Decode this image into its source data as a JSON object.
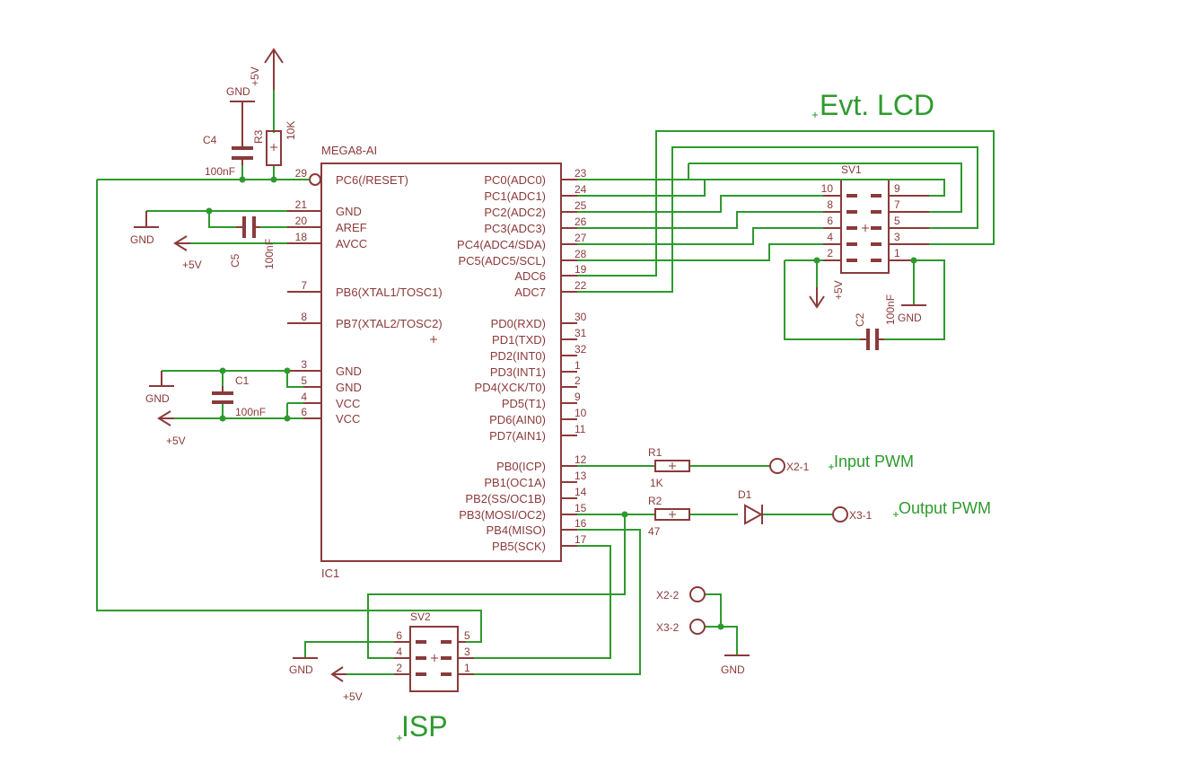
{
  "ic1": {
    "value": "MEGA8-AI",
    "name": "IC1",
    "left_pins": [
      {
        "num": "29",
        "name": "PC6(/RESET)"
      },
      {
        "num": "21",
        "name": "GND"
      },
      {
        "num": "20",
        "name": "AREF"
      },
      {
        "num": "18",
        "name": "AVCC"
      },
      {
        "num": "7",
        "name": "PB6(XTAL1/TOSC1)"
      },
      {
        "num": "8",
        "name": "PB7(XTAL2/TOSC2)"
      },
      {
        "num": "3",
        "name": "GND"
      },
      {
        "num": "5",
        "name": "GND"
      },
      {
        "num": "4",
        "name": "VCC"
      },
      {
        "num": "6",
        "name": "VCC"
      }
    ],
    "right_pins": [
      {
        "num": "23",
        "name": "PC0(ADC0)"
      },
      {
        "num": "24",
        "name": "PC1(ADC1)"
      },
      {
        "num": "25",
        "name": "PC2(ADC2)"
      },
      {
        "num": "26",
        "name": "PC3(ADC3)"
      },
      {
        "num": "27",
        "name": "PC4(ADC4/SDA)"
      },
      {
        "num": "28",
        "name": "PC5(ADC5/SCL)"
      },
      {
        "num": "19",
        "name": "ADC6"
      },
      {
        "num": "22",
        "name": "ADC7"
      },
      {
        "num": "30",
        "name": "PD0(RXD)"
      },
      {
        "num": "31",
        "name": "PD1(TXD)"
      },
      {
        "num": "32",
        "name": "PD2(INT0)"
      },
      {
        "num": "1",
        "name": "PD3(INT1)"
      },
      {
        "num": "2",
        "name": "PD4(XCK/T0)"
      },
      {
        "num": "9",
        "name": "PD5(T1)"
      },
      {
        "num": "10",
        "name": "PD6(AIN0)"
      },
      {
        "num": "11",
        "name": "PD7(AIN1)"
      },
      {
        "num": "12",
        "name": "PB0(ICP)"
      },
      {
        "num": "13",
        "name": "PB1(OC1A)"
      },
      {
        "num": "14",
        "name": "PB2(SS/OC1B)"
      },
      {
        "num": "15",
        "name": "PB3(MOSI/OC2)"
      },
      {
        "num": "16",
        "name": "PB4(MISO)"
      },
      {
        "num": "17",
        "name": "PB5(SCK)"
      }
    ]
  },
  "sv1": {
    "name": "SV1",
    "left_nums": [
      "10",
      "8",
      "6",
      "4",
      "2"
    ],
    "right_nums": [
      "9",
      "7",
      "5",
      "3",
      "1"
    ]
  },
  "sv2": {
    "name": "SV2",
    "left_nums": [
      "6",
      "4",
      "2"
    ],
    "right_nums": [
      "5",
      "3",
      "1"
    ]
  },
  "parts": {
    "c4_name": "C4",
    "c4_value": "100nF",
    "r3_name": "R3",
    "r3_value": "10K",
    "c5_name": "C5",
    "c5_value": "100nF",
    "c1_name": "C1",
    "c1_value": "100nF",
    "c2_name": "C2",
    "c2_value": "100nF",
    "r1_name": "R1",
    "r1_value": "1K",
    "r2_name": "R2",
    "r2_value": "47",
    "d1_name": "D1"
  },
  "supplies": {
    "gnd": "GND",
    "vcc": "+5V"
  },
  "connectors": {
    "x2_1": "X2-1",
    "x3_1": "X3-1",
    "x2_2": "X2-2",
    "x3_2": "X3-2"
  },
  "labels": {
    "lcd": "Evt. LCD",
    "input_pwm": "Input PWM",
    "output_pwm": "Output PWM",
    "isp": "ISP"
  },
  "colors": {
    "part": "#8b3a3a",
    "wire": "#2e9a2e",
    "background": "#ffffff"
  }
}
